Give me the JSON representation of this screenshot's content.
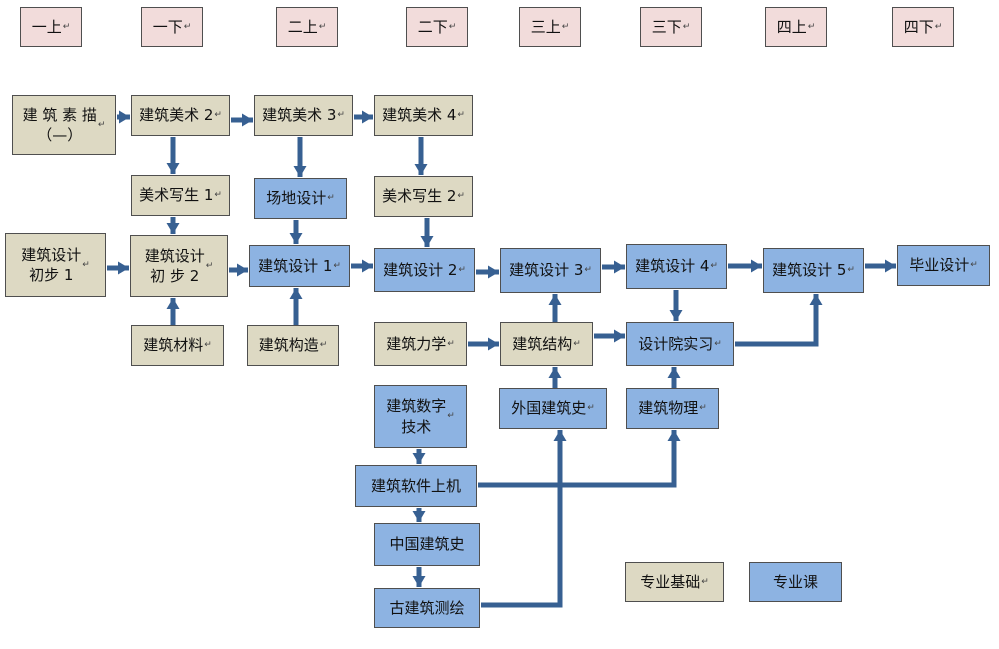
{
  "semesters": [
    "一上",
    "一下",
    "二上",
    "二下",
    "三上",
    "三下",
    "四上",
    "四下"
  ],
  "paragraph_mark": "↵",
  "colors": {
    "semester": "#f2dcdb",
    "foundation": "#ddd9c3",
    "professional": "#8db3e2",
    "arrow": "#376092"
  },
  "courses": {
    "sketch1": "建 筑 素 描\n（—）",
    "art2": "建筑美术 2",
    "art3": "建筑美术 3",
    "art4": "建筑美术 4",
    "paint1": "美术写生 1",
    "site": "场地设计",
    "paint2": "美术写生 2",
    "intro1": "建筑设计\n初步 1",
    "intro2": "建筑设计\n初  步    2",
    "d1": "建筑设计 1",
    "d2": "建筑设计 2",
    "d3": "建筑设计 3",
    "d4": "建筑设计 4",
    "d5": "建筑设计 5",
    "grad": "毕业设计",
    "materials": "建筑材料",
    "construct": "建筑构造",
    "mechanics": "建筑力学",
    "structure": "建筑结构",
    "practice": "设计院实习",
    "foreign": "外国建筑史",
    "physics": "建筑物理",
    "digital": "建筑数字\n技术",
    "software": "建筑软件上机",
    "chinese": "中国建筑史",
    "survey": "古建筑测绘"
  },
  "legend": {
    "foundation": "专业基础",
    "professional": "专业课"
  }
}
